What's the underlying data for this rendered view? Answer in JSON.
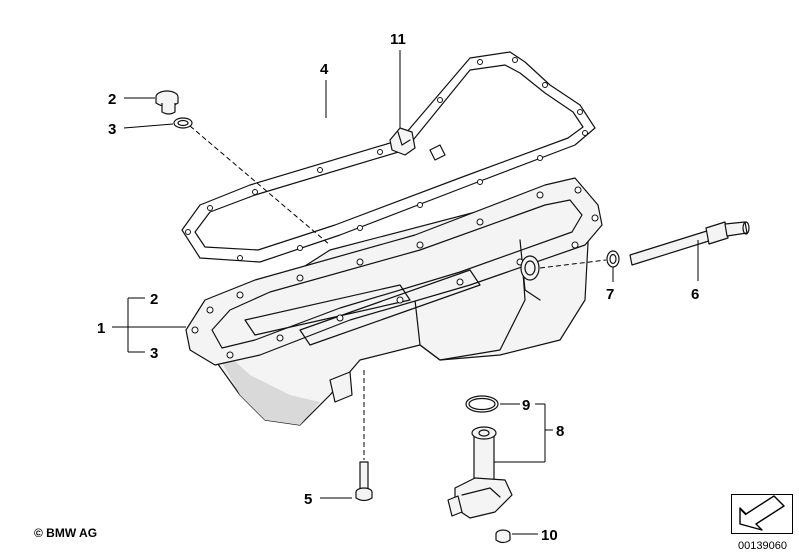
{
  "callouts": {
    "c1": "1",
    "c2a": "2",
    "c2b": "2",
    "c3a": "3",
    "c3b": "3",
    "c4": "4",
    "c5": "5",
    "c6": "6",
    "c7": "7",
    "c8": "8",
    "c9": "9",
    "c10": "10",
    "c11": "11"
  },
  "footer": {
    "copyright": "© BMW AG",
    "figure_id": "00139060"
  },
  "icons": {
    "nav": "arrow-down-left-icon"
  }
}
